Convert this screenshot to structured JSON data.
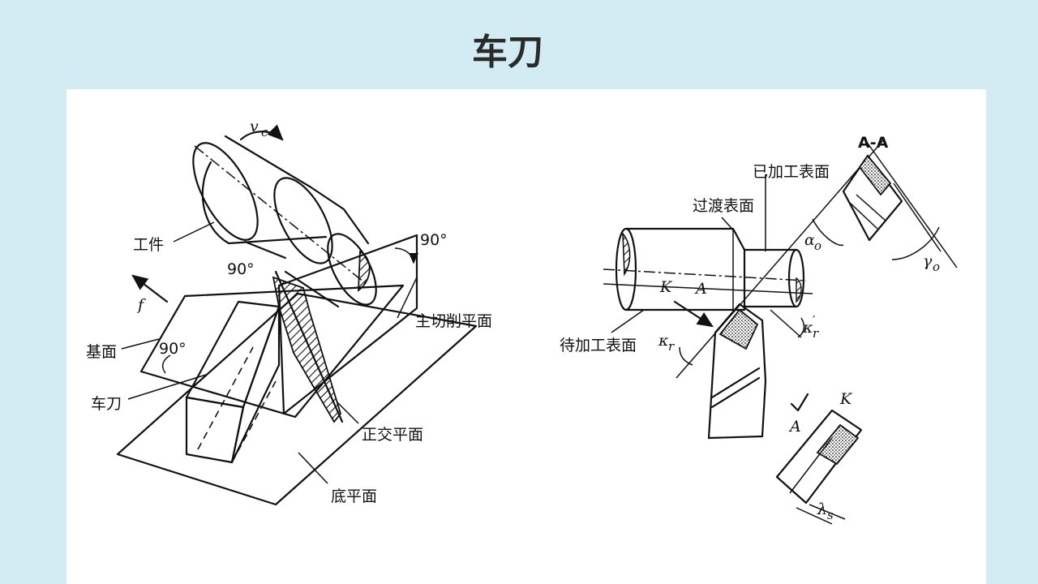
{
  "title": "车刀",
  "left_diagram": {
    "labels": {
      "vc": "v",
      "vc_sub": "c",
      "workpiece": "工件",
      "angle_top_left": "90°",
      "angle_top_right": "90°",
      "angle_base": "90°",
      "feed": "f",
      "base_plane": "基面",
      "tool": "车刀",
      "main_cutting_plane": "主切削平面",
      "orthogonal_plane": "正交平面",
      "bottom_plane": "底平面"
    }
  },
  "right_diagram": {
    "labels": {
      "section": "A-A",
      "machined_surface": "已加工表面",
      "transition_surface": "过渡表面",
      "surface_to_machine": "待加工表面",
      "k": "K",
      "a": "A",
      "alpha_o": "α",
      "alpha_sub": "o",
      "gamma_o": "γ",
      "gamma_sub": "o",
      "kappa_r": "κ",
      "kappa_r_sub": "r",
      "kappa_r_prime": "κ",
      "kappa_r_prime_sub": "r",
      "kappa_prime_mark": "′",
      "detail_k": "K",
      "detail_a": "A",
      "lambda_s": "λ",
      "lambda_sub": "s"
    }
  }
}
